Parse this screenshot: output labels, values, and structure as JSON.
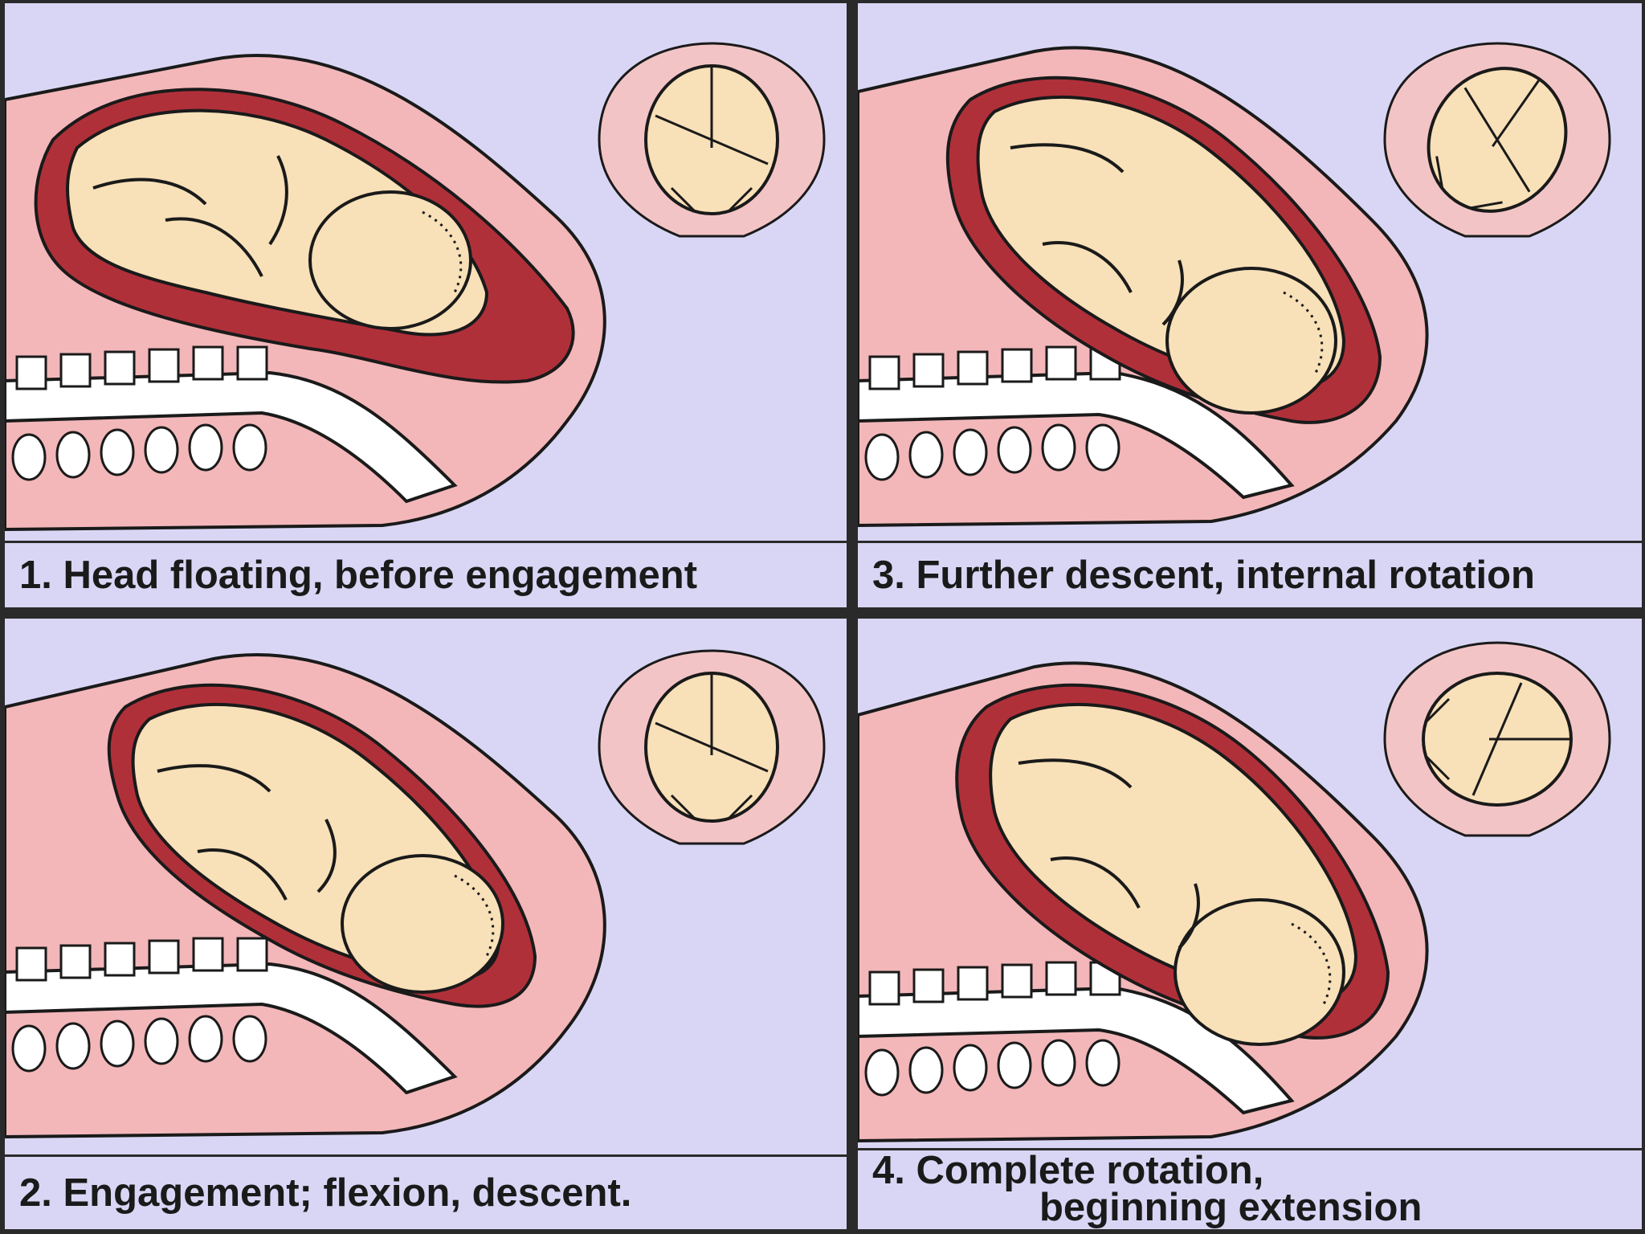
{
  "figure": {
    "panels": [
      {
        "id": 1,
        "caption": [
          "1.  Head floating, before engagement"
        ],
        "fetal_head_rotation": 0
      },
      {
        "id": 2,
        "caption": [
          "2.  Engagement; flexion, descent."
        ],
        "fetal_head_rotation": 0
      },
      {
        "id": 3,
        "caption": [
          "3.  Further descent, internal rotation"
        ],
        "fetal_head_rotation": 35
      },
      {
        "id": 4,
        "caption": [
          "4. Complete rotation,",
          "beginning extension"
        ],
        "fetal_head_rotation": 90
      }
    ]
  },
  "colors": {
    "background": "#d9d6f5",
    "tissue": "#f3b7b9",
    "uterine_wall": "#b0303a",
    "fetus": "#f8e0b8",
    "outline": "#1a1a1a"
  }
}
